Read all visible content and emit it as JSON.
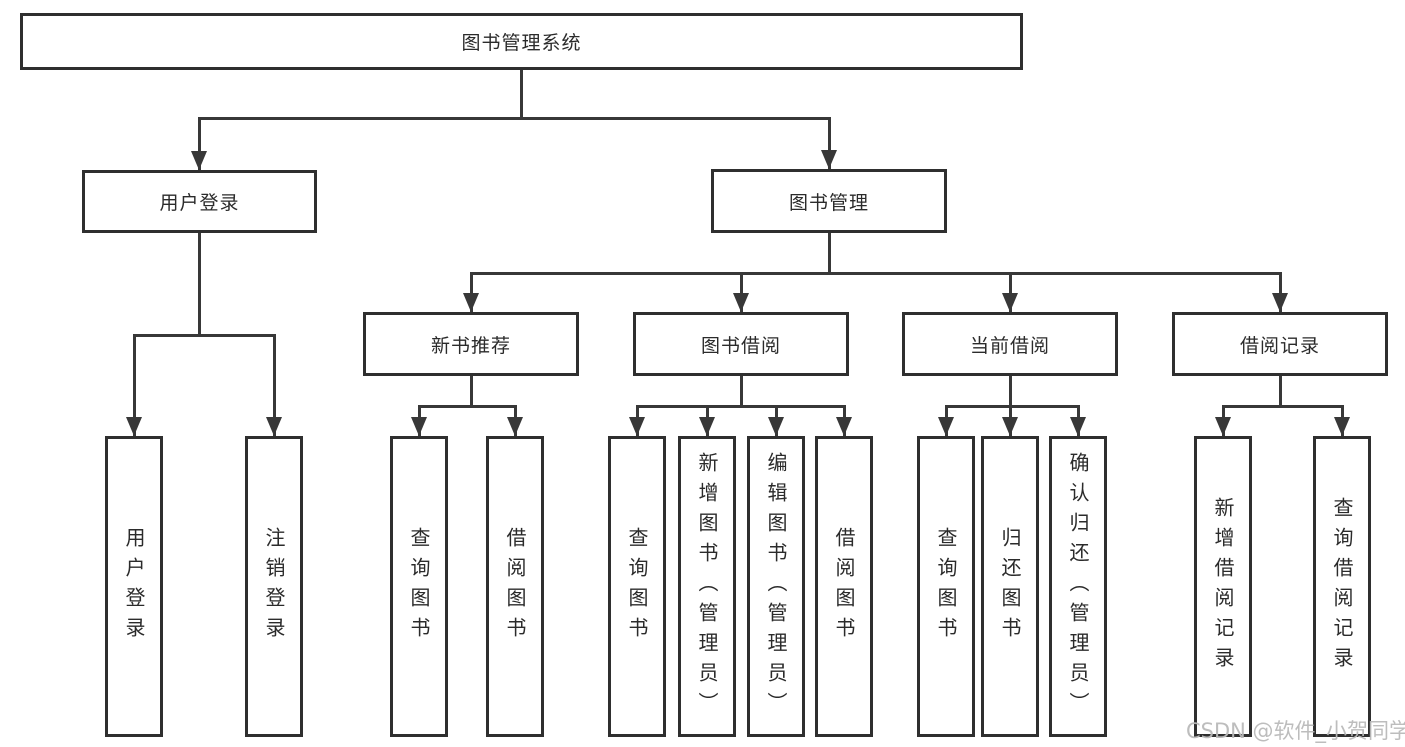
{
  "root": {
    "label": "图书管理系统"
  },
  "level2": [
    {
      "id": "user-login",
      "label": "用户登录"
    },
    {
      "id": "book-management",
      "label": "图书管理"
    }
  ],
  "level3": [
    {
      "id": "new-book-recommend",
      "label": "新书推荐"
    },
    {
      "id": "book-borrow",
      "label": "图书借阅"
    },
    {
      "id": "current-borrow",
      "label": "当前借阅"
    },
    {
      "id": "borrow-record",
      "label": "借阅记录"
    }
  ],
  "leaf_groups": [
    {
      "parent": "用户登录",
      "items": [
        "用户登录",
        "注销登录"
      ]
    },
    {
      "parent": "新书推荐",
      "items": [
        "查询图书",
        "借阅图书"
      ]
    },
    {
      "parent": "图书借阅",
      "items": [
        "查询图书",
        "新增图书（管理员）",
        "编辑图书（管理员）",
        "借阅图书"
      ]
    },
    {
      "parent": "当前借阅",
      "items": [
        "查询图书",
        "归还图书",
        "确认归还（管理员）"
      ]
    },
    {
      "parent": "借阅记录",
      "items": [
        "新增借阅记录",
        "查询借阅记录"
      ]
    }
  ],
  "watermark": "CSDN @软件_小贺同学",
  "colors": {
    "line": "#383838",
    "box_border": "#2f2f2f",
    "text": "#2b2b2b",
    "background": "#ffffff",
    "watermark": "#b9b9b9"
  }
}
